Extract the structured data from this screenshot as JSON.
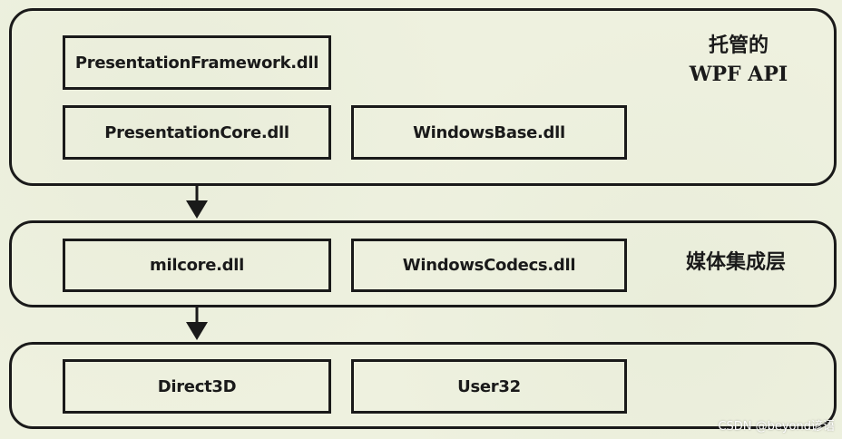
{
  "layers": {
    "managed": {
      "label_line1": "托管的",
      "label_line2": "WPF API",
      "boxes": [
        "PresentationFramework.dll",
        "PresentationCore.dll",
        "WindowsBase.dll"
      ]
    },
    "media": {
      "label": "媒体集成层",
      "boxes": [
        "milcore.dll",
        "WindowsCodecs.dll"
      ]
    },
    "native": {
      "boxes": [
        "Direct3D",
        "User32"
      ]
    }
  },
  "watermark": "CSDN @beyond谚语",
  "colors": {
    "background": "#eef1df",
    "stroke": "#1a1a1a"
  }
}
